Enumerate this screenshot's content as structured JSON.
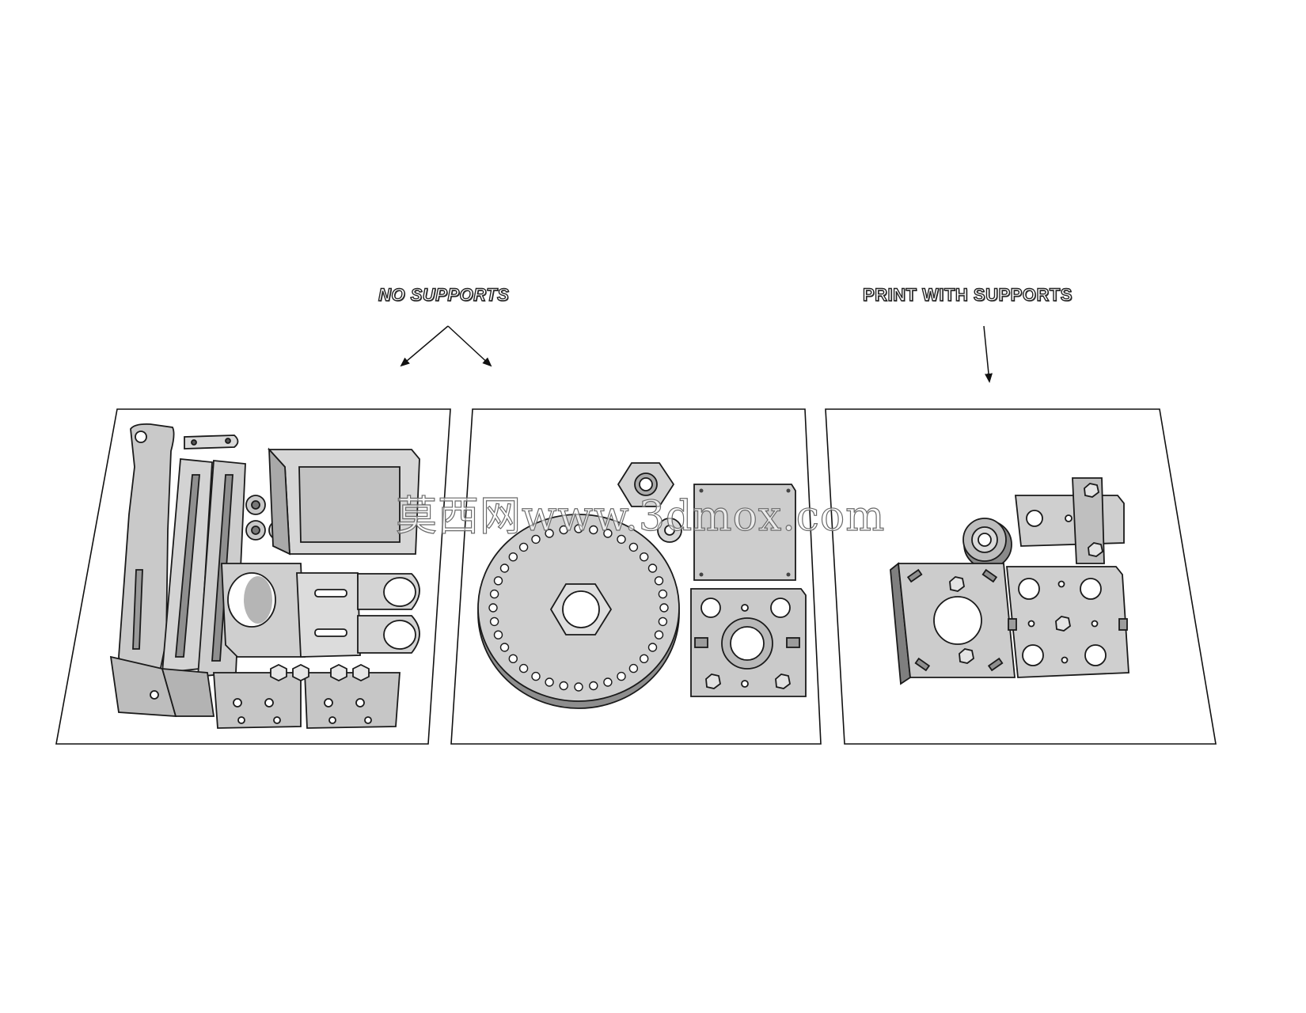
{
  "labels": {
    "no_supports": "NO SUPPORTS",
    "with_supports": "PRINT WITH SUPPORTS"
  },
  "watermark": "莫西网www.3dmox.com",
  "colors": {
    "part_fill": "#c9c9c9",
    "part_light": "#e2e2e2",
    "part_dark": "#8a8a8a",
    "outline": "#1a1a1a",
    "plate_stroke": "#111111"
  },
  "icons": {
    "arrow": "arrow-icon"
  }
}
